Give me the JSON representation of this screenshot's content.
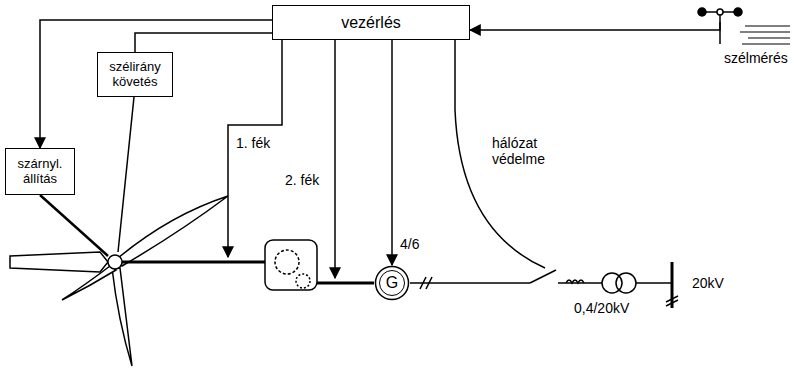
{
  "diagram": {
    "nodes": [
      {
        "text": [
          "vezérlés"
        ]
      },
      {
        "text": [
          "szélirány követés"
        ]
      },
      {
        "text": [
          "szárnyl. állítás"
        ]
      },
      {
        "text": [
          "G"
        ]
      }
    ],
    "edges": [
      {
        "from": 0,
        "to": 1,
        "arrow": "none"
      },
      {
        "from": 0,
        "to": 2,
        "arrow": "to"
      },
      {
        "from": 0,
        "to": 3,
        "arrow": "to"
      }
    ],
    "labels": [
      "szélmérés",
      "1. fék",
      "2. fék",
      "hálózat védelme",
      "4/6",
      "0,4/20kV",
      "20kV"
    ]
  }
}
